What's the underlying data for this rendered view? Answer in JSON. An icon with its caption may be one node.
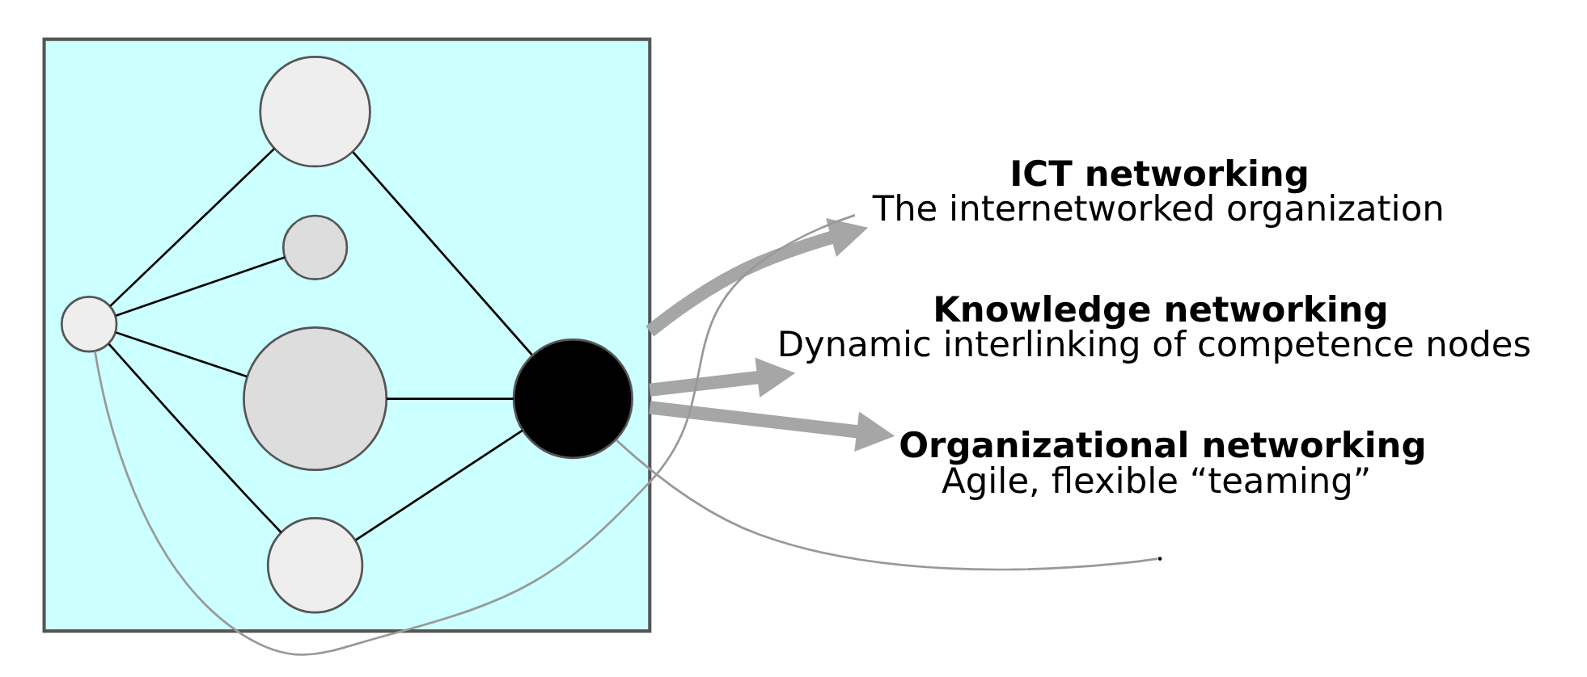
{
  "diagram": {
    "nodes": [
      {
        "text": [],
        "shape": "box"
      },
      {
        "text": [],
        "shape": "circle",
        "in": 0
      },
      {
        "text": [],
        "shape": "circle",
        "in": 0
      },
      {
        "text": [],
        "shape": "circle",
        "in": 0
      },
      {
        "text": [],
        "shape": "circle",
        "in": 0
      },
      {
        "text": [],
        "shape": "circle",
        "in": 0
      },
      {
        "text": [],
        "shape": "circle",
        "in": 0
      },
      {
        "text": [
          "ICT networking",
          "The internetworked organization"
        ]
      },
      {
        "text": [
          "Knowledge networking",
          "Dynamic interlinking of competence nodes"
        ]
      },
      {
        "text": [
          "Organizational networking",
          "Agile, flexible “teaming”"
        ]
      }
    ],
    "edges": [
      {
        "from": 1,
        "to": 2,
        "arrow": "none"
      },
      {
        "from": 1,
        "to": 3,
        "arrow": "none"
      },
      {
        "from": 1,
        "to": 4,
        "arrow": "none"
      },
      {
        "from": 1,
        "to": 5,
        "arrow": "none"
      },
      {
        "from": 2,
        "to": 6,
        "arrow": "none"
      },
      {
        "from": 3,
        "to": 6,
        "arrow": "none"
      },
      {
        "from": 5,
        "to": 6,
        "arrow": "none"
      },
      {
        "from": 0,
        "to": 7,
        "arrow": "to",
        "style": "thick",
        "color": "#a6a6a6"
      },
      {
        "from": 0,
        "to": 8,
        "arrow": "to",
        "style": "thick",
        "color": "#a6a6a6"
      },
      {
        "from": 0,
        "to": 9,
        "arrow": "to",
        "style": "thick",
        "color": "#a6a6a6"
      },
      {
        "from": 7,
        "to": 1,
        "arrow": "none",
        "color": "#999999"
      },
      {
        "from": 6,
        "to": null,
        "arrow": "none",
        "color": "#999999"
      }
    ]
  }
}
